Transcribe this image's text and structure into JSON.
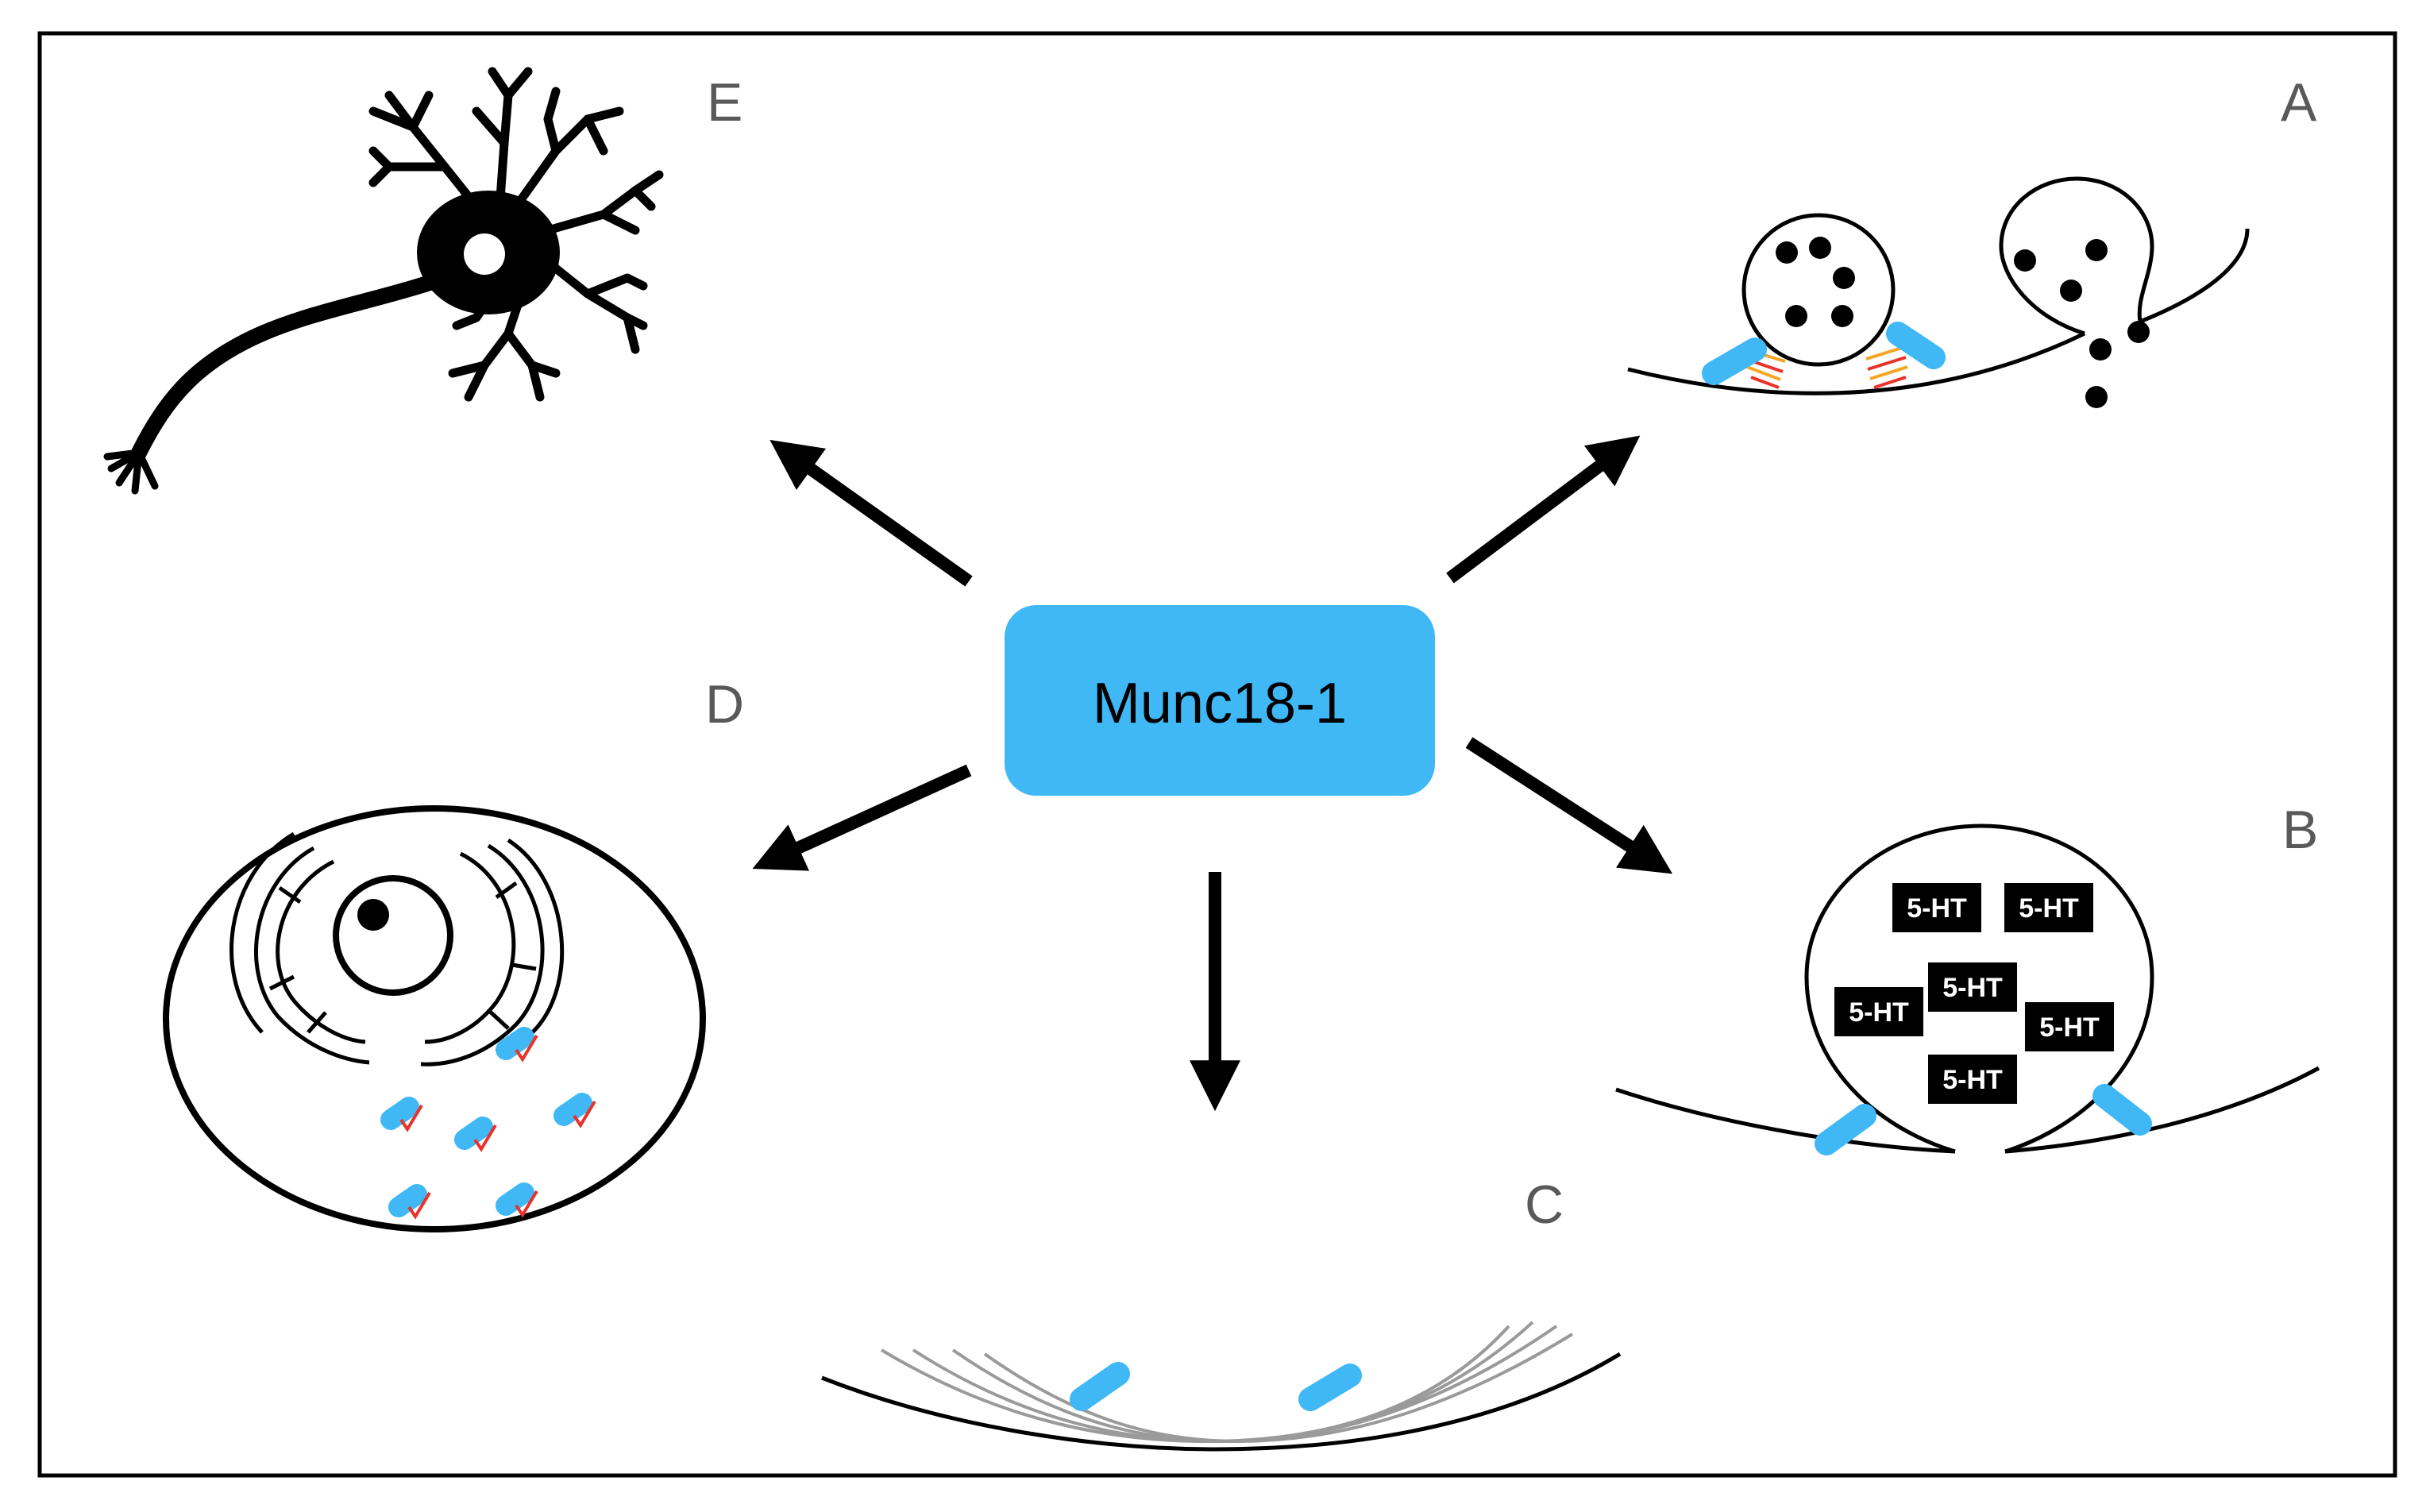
{
  "colors": {
    "accent_blue": "#3fb8f5",
    "snare_red": "#e8322a",
    "snare_orange": "#f5a623",
    "ink": "#000000",
    "membrane_gray": "#9a9a9a",
    "letter_gray": "#595959"
  },
  "center": {
    "label": "Munc18-1"
  },
  "panels": {
    "A": {
      "letter": "A"
    },
    "B": {
      "letter": "B",
      "vesicle_cargo": [
        "5-HT",
        "5-HT",
        "5-HT",
        "5-HT",
        "5-HT",
        "5-HT"
      ]
    },
    "C": {
      "letter": "C"
    },
    "D": {
      "letter": "D"
    },
    "E": {
      "letter": "E"
    }
  },
  "icons": [
    "neuron-icon",
    "arrow-icon",
    "vesicle-icon",
    "cell-icon",
    "membrane-icon",
    "nucleus-icon"
  ]
}
